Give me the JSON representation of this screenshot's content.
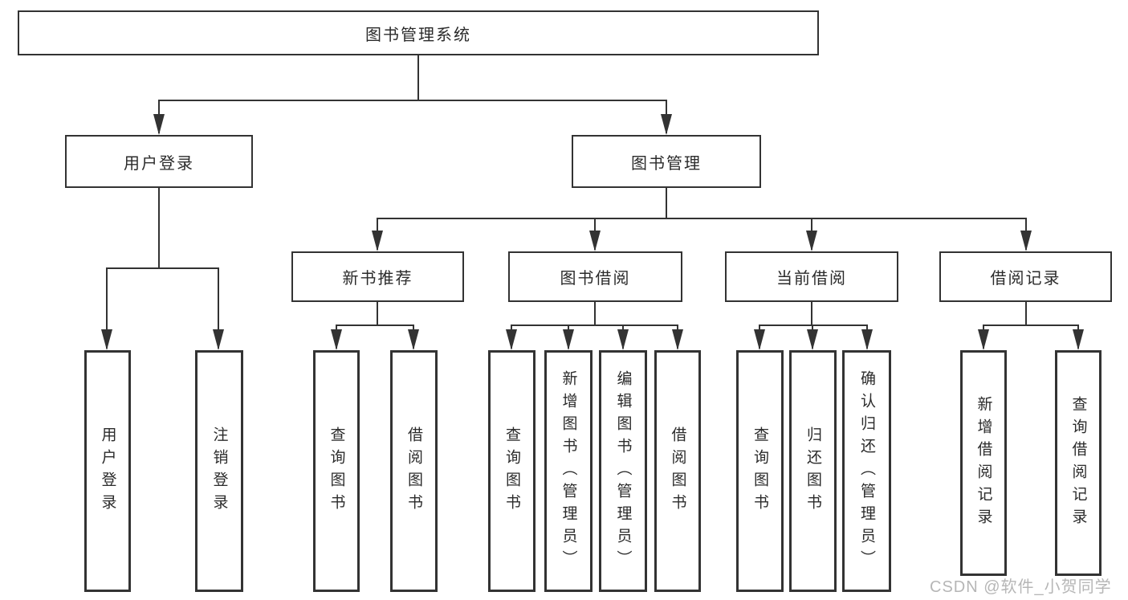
{
  "tree": {
    "label": "图书管理系统",
    "children": [
      {
        "label": "用户登录",
        "children": [
          {
            "label": "用户登录"
          },
          {
            "label": "注销登录"
          }
        ]
      },
      {
        "label": "图书管理",
        "children": [
          {
            "label": "新书推荐",
            "children": [
              {
                "label": "查询图书"
              },
              {
                "label": "借阅图书"
              }
            ]
          },
          {
            "label": "图书借阅",
            "children": [
              {
                "label": "查询图书"
              },
              {
                "label": "新增图书（管理员）"
              },
              {
                "label": "编辑图书（管理员）"
              },
              {
                "label": "借阅图书"
              }
            ]
          },
          {
            "label": "当前借阅",
            "children": [
              {
                "label": "查询图书"
              },
              {
                "label": "归还图书"
              },
              {
                "label": "确认归还（管理员）"
              }
            ]
          },
          {
            "label": "借阅记录",
            "children": [
              {
                "label": "新增借阅记录"
              },
              {
                "label": "查询借阅记录"
              }
            ]
          }
        ]
      }
    ]
  },
  "watermark": {
    "text": "CSDN @软件_小贺同学"
  },
  "colors": {
    "line": "#333333",
    "box_border": "#333333",
    "text": "#2b2b2b",
    "background": "#ffffff",
    "watermark": "#b6b6b6"
  }
}
